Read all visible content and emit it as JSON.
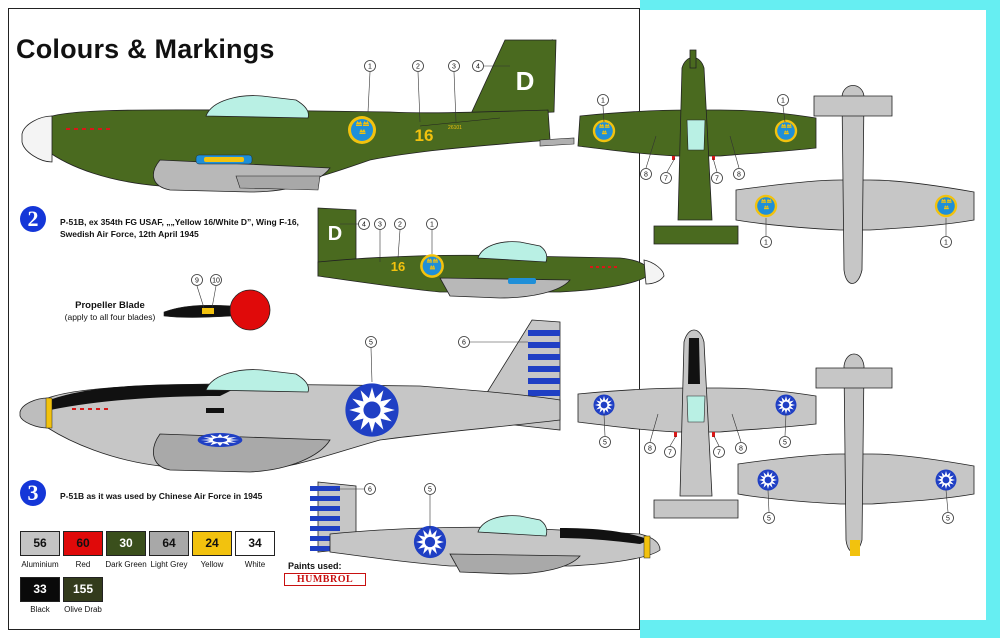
{
  "title": "Colours & Markings",
  "schemes": [
    {
      "number": "2",
      "caption_lines": [
        "P-51B, ex 354th FG USAF, „„Yellow 16/White D”, Wing F-16,",
        "Swedish Air Force, 12th April 1945"
      ]
    },
    {
      "number": "3",
      "caption_lines": [
        "P-51B as it was used by Chinese Air Force in 1945"
      ]
    }
  ],
  "propeller": {
    "label": "Propeller Blade",
    "sublabel": "(apply to all four blades)"
  },
  "codes": {
    "letter": "D",
    "number": "16",
    "serial": "26101"
  },
  "callouts": [
    "1",
    "2",
    "3",
    "4",
    "5",
    "6",
    "7",
    "8",
    "9",
    "10"
  ],
  "paints_used_label": "Paints used:",
  "brand": "HUMBROL",
  "swatches": [
    {
      "code": "56",
      "name": "Aluminium",
      "color": "#c4c4c4",
      "text_color": "#111111"
    },
    {
      "code": "60",
      "name": "Red",
      "color": "#e00a0a",
      "text_color": "#111111"
    },
    {
      "code": "30",
      "name": "Dark Green",
      "color": "#3a4f1c",
      "text_color": "#ffffff"
    },
    {
      "code": "64",
      "name": "Light Grey",
      "color": "#a8a8a8",
      "text_color": "#111111"
    },
    {
      "code": "24",
      "name": "Yellow",
      "color": "#f2c20e",
      "text_color": "#111111"
    },
    {
      "code": "34",
      "name": "White",
      "color": "#ffffff",
      "text_color": "#111111"
    },
    {
      "code": "33",
      "name": "Black",
      "color": "#0a0a0a",
      "text_color": "#ffffff"
    },
    {
      "code": "155",
      "name": "Olive Drab",
      "color": "#333b1c",
      "text_color": "#ffffff"
    }
  ],
  "colors": {
    "green": "#4a6a1f",
    "green_dark": "#3e5a18",
    "grey": "#c6c6c6",
    "grey_dark": "#9b9b9b",
    "yellow": "#f2c20e",
    "blue": "#1f3fc4",
    "cyan": "#66eef2",
    "canopy": "#b9f0e4"
  }
}
